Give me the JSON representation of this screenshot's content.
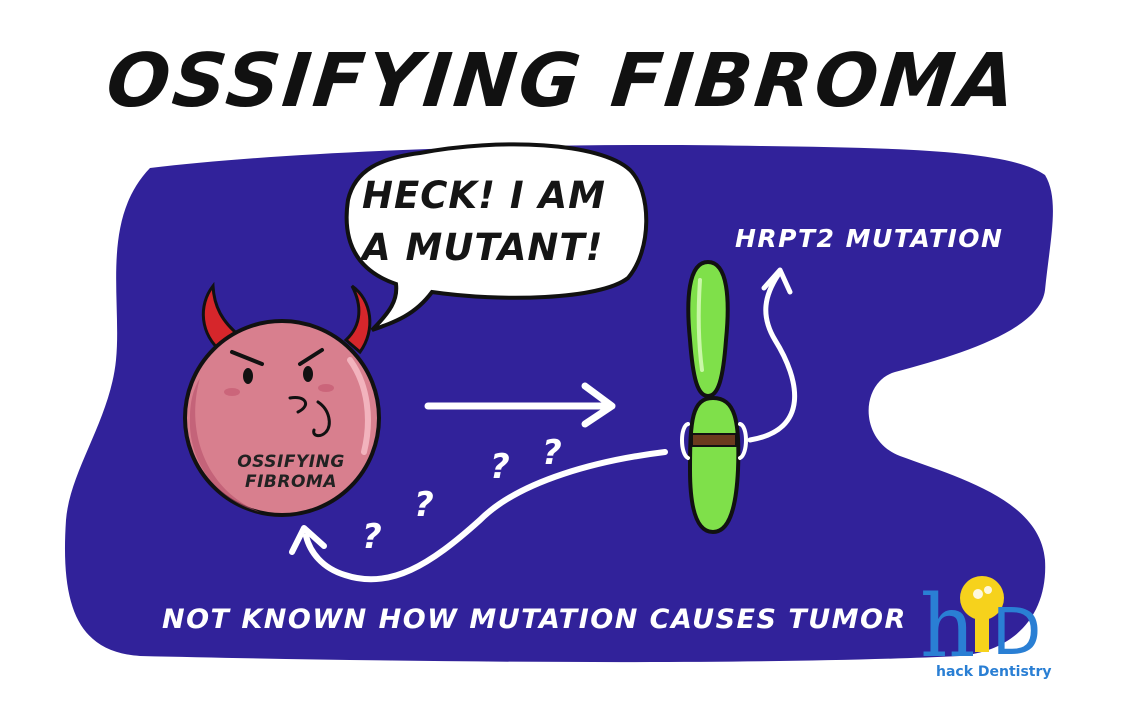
{
  "title": "OSSIFYING FIBROMA",
  "speech_bubble": {
    "line1": "HECK! I AM",
    "line2": "A MUTANT!"
  },
  "character_label": {
    "line1": "OSSIFYING",
    "line2": "FIBROMA"
  },
  "mutation_label": "HRPT2 MUTATION",
  "question_mark": "?",
  "footer_note": "NOT KNOWN HOW MUTATION CAUSES TUMOR",
  "brand": {
    "text": "hack Dentistry",
    "colors": {
      "h_letter": "#2a7fd4",
      "D_letter": "#2a7fd4",
      "bulb": "#f6d21c"
    }
  },
  "colors": {
    "background_blob": "#31229a",
    "character_body": "#d87f8e",
    "horns": "#d6262b",
    "chromosome": "#7fe04a",
    "centromere_band": "#6b3a1e",
    "annotation_white": "#ffffff"
  }
}
